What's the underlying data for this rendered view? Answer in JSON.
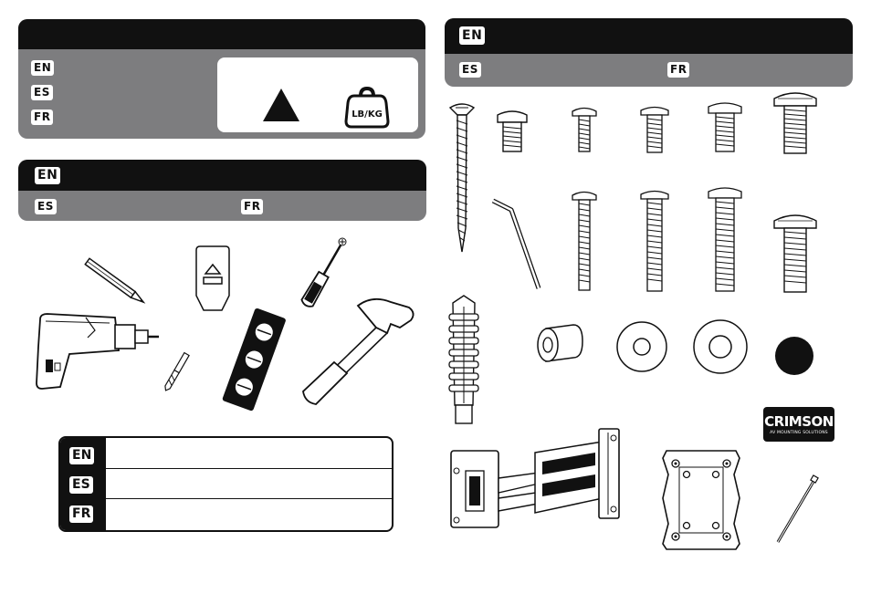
{
  "warning_panel": {
    "languages": [
      "EN",
      "ES",
      "FR"
    ],
    "weight_icon_label": "LB/KG"
  },
  "tools_panel": {
    "header_language": "EN",
    "sub_languages": [
      "ES",
      "FR"
    ]
  },
  "hardware_panel": {
    "header_language": "EN",
    "sub_languages": [
      "ES",
      "FR"
    ]
  },
  "note_box": {
    "languages": [
      "EN",
      "ES",
      "FR"
    ]
  },
  "brand": {
    "name": "CRIMSON",
    "tagline": "AV MOUNTING SOLUTIONS"
  },
  "colors": {
    "panel_gray": "#7d7d7f",
    "header_black": "#111111",
    "background": "#ffffff"
  }
}
